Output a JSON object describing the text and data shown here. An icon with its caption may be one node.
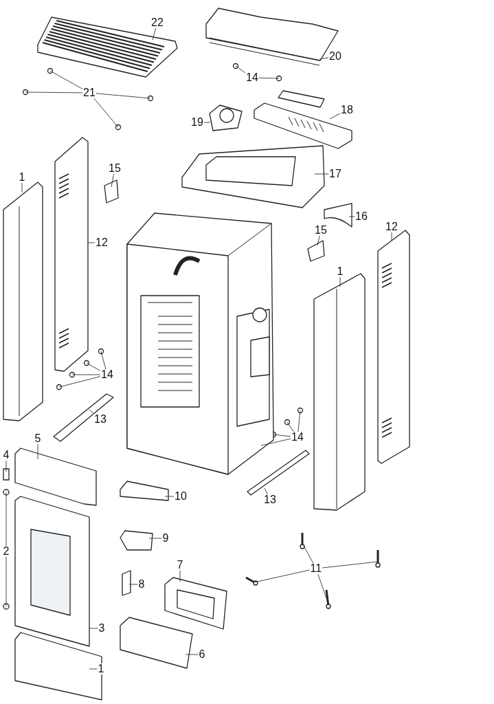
{
  "diagram": {
    "nodes": [
      {
        "text": [
          "22"
        ]
      },
      {
        "text": [
          "20"
        ]
      },
      {
        "text": [
          "14"
        ]
      },
      {
        "text": [
          "21"
        ]
      },
      {
        "text": [
          "18"
        ]
      },
      {
        "text": [
          "19"
        ]
      },
      {
        "text": [
          "1"
        ]
      },
      {
        "text": [
          "15"
        ]
      },
      {
        "text": [
          "12"
        ]
      },
      {
        "text": [
          "17"
        ]
      },
      {
        "text": [
          "16"
        ]
      },
      {
        "text": [
          "15"
        ]
      },
      {
        "text": [
          "12"
        ]
      },
      {
        "text": [
          "1"
        ]
      },
      {
        "text": [
          "14"
        ]
      },
      {
        "text": [
          "13"
        ]
      },
      {
        "text": [
          "14"
        ]
      },
      {
        "text": [
          "5"
        ]
      },
      {
        "text": [
          "4"
        ]
      },
      {
        "text": [
          "13"
        ]
      },
      {
        "text": [
          "10"
        ]
      },
      {
        "text": [
          "2"
        ]
      },
      {
        "text": [
          "9"
        ]
      },
      {
        "text": [
          "7"
        ]
      },
      {
        "text": [
          "11"
        ]
      },
      {
        "text": [
          "8"
        ]
      },
      {
        "text": [
          "3"
        ]
      },
      {
        "text": [
          "6"
        ]
      },
      {
        "text": [
          "1"
        ]
      }
    ],
    "edges": [
      {
        "from": 0,
        "to": null,
        "arrow": "none"
      },
      {
        "from": 1,
        "to": null,
        "arrow": "none"
      },
      {
        "from": 2,
        "to": null,
        "arrow": "none"
      },
      {
        "from": 2,
        "to": null,
        "arrow": "none"
      },
      {
        "from": 3,
        "to": null,
        "arrow": "none"
      },
      {
        "from": 3,
        "to": null,
        "arrow": "none"
      },
      {
        "from": 3,
        "to": null,
        "arrow": "none"
      },
      {
        "from": 3,
        "to": null,
        "arrow": "none"
      },
      {
        "from": 4,
        "to": null,
        "arrow": "none"
      },
      {
        "from": 5,
        "to": null,
        "arrow": "none"
      },
      {
        "from": 6,
        "to": null,
        "arrow": "none"
      },
      {
        "from": 7,
        "to": null,
        "arrow": "none"
      },
      {
        "from": 8,
        "to": null,
        "arrow": "none"
      },
      {
        "from": 9,
        "to": null,
        "arrow": "none"
      },
      {
        "from": 10,
        "to": null,
        "arrow": "none"
      },
      {
        "from": 11,
        "to": null,
        "arrow": "none"
      },
      {
        "from": 12,
        "to": null,
        "arrow": "none"
      },
      {
        "from": 13,
        "to": null,
        "arrow": "none"
      },
      {
        "from": 14,
        "to": null,
        "arrow": "none"
      },
      {
        "from": 14,
        "to": null,
        "arrow": "none"
      },
      {
        "from": 14,
        "to": null,
        "arrow": "none"
      },
      {
        "from": 14,
        "to": null,
        "arrow": "none"
      },
      {
        "from": 15,
        "to": null,
        "arrow": "none"
      },
      {
        "from": 16,
        "to": null,
        "arrow": "none"
      },
      {
        "from": 16,
        "to": null,
        "arrow": "none"
      },
      {
        "from": 16,
        "to": null,
        "arrow": "none"
      },
      {
        "from": 16,
        "to": null,
        "arrow": "none"
      },
      {
        "from": 17,
        "to": null,
        "arrow": "none"
      },
      {
        "from": 18,
        "to": null,
        "arrow": "none"
      },
      {
        "from": 19,
        "to": null,
        "arrow": "none"
      },
      {
        "from": 20,
        "to": null,
        "arrow": "none"
      },
      {
        "from": 21,
        "to": null,
        "arrow": "none"
      },
      {
        "from": 21,
        "to": null,
        "arrow": "none"
      },
      {
        "from": 22,
        "to": null,
        "arrow": "none"
      },
      {
        "from": 23,
        "to": null,
        "arrow": "none"
      },
      {
        "from": 24,
        "to": null,
        "arrow": "none"
      },
      {
        "from": 24,
        "to": null,
        "arrow": "none"
      },
      {
        "from": 24,
        "to": null,
        "arrow": "none"
      },
      {
        "from": 24,
        "to": null,
        "arrow": "none"
      },
      {
        "from": 25,
        "to": null,
        "arrow": "none"
      },
      {
        "from": 26,
        "to": null,
        "arrow": "none"
      },
      {
        "from": 27,
        "to": null,
        "arrow": "none"
      },
      {
        "from": 28,
        "to": null,
        "arrow": "none"
      }
    ]
  }
}
